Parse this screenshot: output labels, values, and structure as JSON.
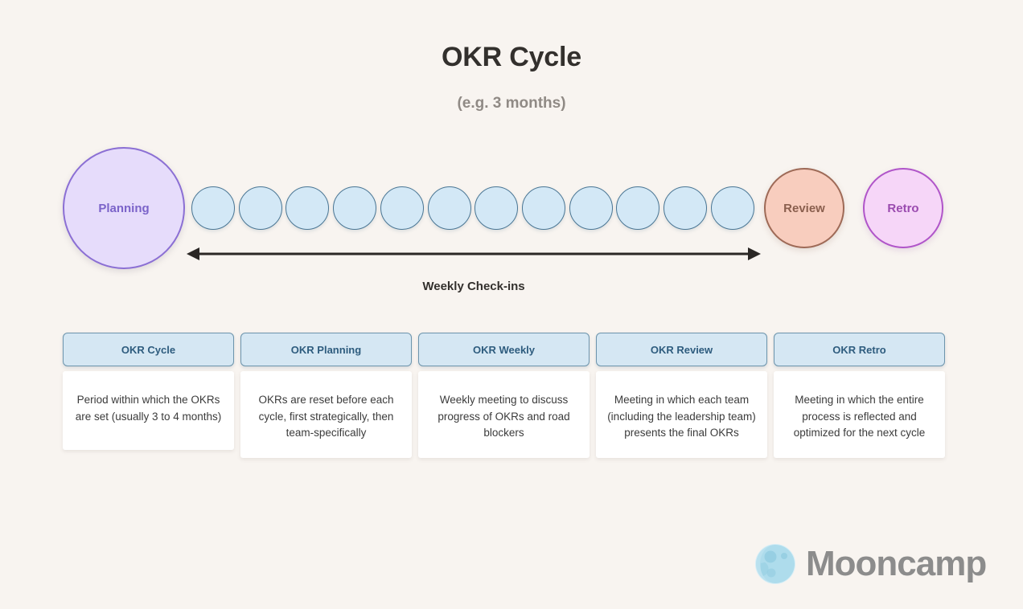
{
  "page": {
    "title": "OKR Cycle",
    "subtitle": "(e.g. 3 months)",
    "background_color": "#F8F4F0"
  },
  "cycle": {
    "phases": [
      {
        "label": "Planning",
        "fill": "#E6DCFB",
        "border": "#8B6FD4",
        "text_color": "#7B63C9"
      },
      {
        "label": "Review",
        "fill": "#F8CDBE",
        "border": "#9E6A57",
        "text_color": "#8A5F4E"
      },
      {
        "label": "Retro",
        "fill": "#F6D6F8",
        "border": "#B055C9",
        "text_color": "#9A4BAF"
      }
    ],
    "checkin_circle_count": 12,
    "checkin_circle_fill": "#D3E8F6",
    "checkin_circle_border": "#4A7694",
    "arrow_label": "Weekly Check-ins",
    "arrow_color": "#2B2725",
    "arrow_direction": "double"
  },
  "cards": [
    {
      "header": "OKR Cycle",
      "body": "Period within which the OKRs are set (usually 3 to 4 months)"
    },
    {
      "header": "OKR Planning",
      "body": "OKRs are reset before each cycle, first strategically, then team-specifically"
    },
    {
      "header": "OKR Weekly",
      "body": "Weekly meeting to discuss progress of OKRs and road blockers"
    },
    {
      "header": "OKR Review",
      "body": "Meeting in which each team (including the leadership team) presents the final OKRs"
    },
    {
      "header": "OKR Retro",
      "body": "Meeting in which the entire process is reflected and optimized for the next cycle"
    }
  ],
  "card_style": {
    "header_fill": "#D5E7F3",
    "header_border": "#6C94AC",
    "header_text_color": "#2E5C7E",
    "body_fill": "#FFFFFF"
  },
  "logo": {
    "name": "Mooncamp",
    "icon": "moon-icon",
    "text_color": "#8C8C8C",
    "moon_color": "#AEDCEC"
  }
}
